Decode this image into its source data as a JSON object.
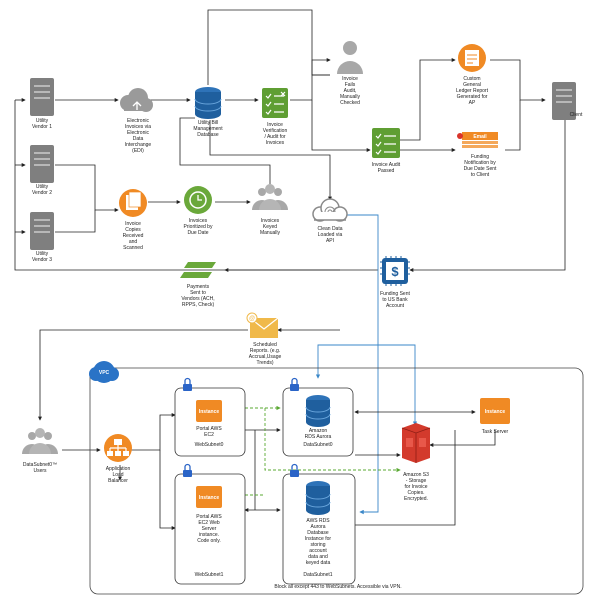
{
  "labels": {
    "vendor1": [
      "Utility",
      "Vendor 1"
    ],
    "vendor2": [
      "Utility",
      "Vendor 2"
    ],
    "vendor3": [
      "Utility",
      "Vendor 3"
    ],
    "edi": [
      "Electronic",
      "Invoices via",
      "Electronic",
      "Data",
      "Interchange",
      "(EDI)"
    ],
    "ubm_db": [
      "Utility Bill",
      "Management",
      "Database"
    ],
    "verification": [
      "Invoice",
      "Verification",
      "/ Audit for",
      "Invoices"
    ],
    "fails_audit": [
      "Invoice",
      "Fails",
      "Audit,",
      "Manually",
      "Checked"
    ],
    "audit_passed": [
      "Invoice Audit",
      "Passed"
    ],
    "custom_report": [
      "Custom",
      "General",
      "Ledger Report",
      "Generated for",
      "AP"
    ],
    "funding_notification": [
      "Funding",
      "Notification by",
      "Due Date Sent",
      "to Client"
    ],
    "email_badge": "Email",
    "client": "Client",
    "copies_received": [
      "Invoice",
      "Copies",
      "Received",
      "and",
      "Scanned"
    ],
    "prioritized": [
      "Invoices",
      "Prioritized by",
      "Due Date"
    ],
    "keyed": [
      "Invoices",
      "Keyed",
      "Manually"
    ],
    "clean_data": [
      "Clean Data",
      "Loaded via",
      "API"
    ],
    "funding_sent": [
      "Funding Sent",
      "to US Bank",
      "Account"
    ],
    "payments": [
      "Payments",
      "Sent to",
      "Vendors (ACH,",
      "RPPS, Check)"
    ],
    "scheduled_reports": [
      "Scheduled",
      "Reports.  (e.g.",
      "Accrual,Usage",
      "Trends)"
    ],
    "vpc": "VPC",
    "users": [
      "DataSubnet0™",
      "Users"
    ],
    "load_balancer": [
      "Application",
      "Load",
      "Balancer"
    ],
    "instance_badge": "Instance",
    "portal_ec2": [
      "Portal AWS",
      "EC2"
    ],
    "websubnet0": "WebSubnet0",
    "portal_ec2_web": [
      "Portal AWS",
      "EC2 Web",
      "Server",
      "instance.",
      "Code only."
    ],
    "websubnet1": "WebSubnet1",
    "rds_aurora0": [
      "Amazon",
      "RDS Aurora",
      "DataSubnet0"
    ],
    "rds_aurora1": [
      "AWS RDS",
      "Aurora",
      "Database",
      "Instance for",
      "storing",
      "account",
      "data and",
      "keyed data"
    ],
    "datasubnet1": "DataSubnet1",
    "s3": [
      "Amazon S3",
      "- Storage",
      "for Invoice",
      "Copies.",
      "Encrypted."
    ],
    "task_server": "Task Server",
    "footer": "Block all except 443 to WebSubnets.  Accessible via VPN."
  }
}
